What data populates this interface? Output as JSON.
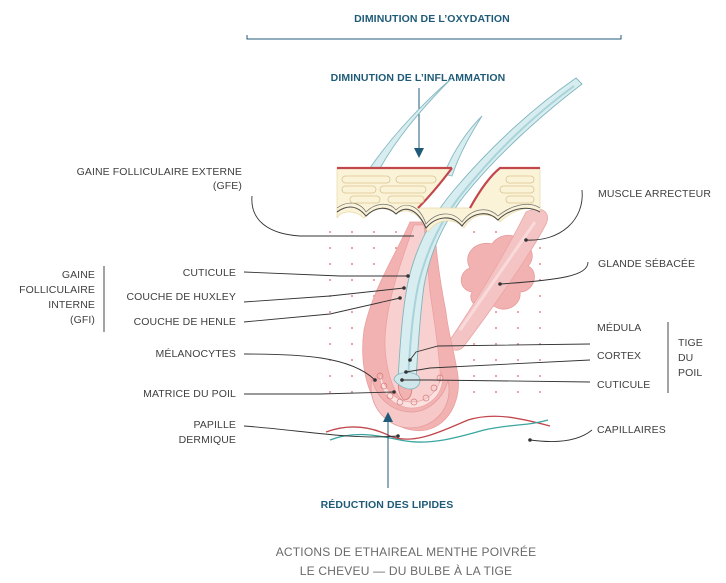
{
  "colors": {
    "accent": "#1f5b78",
    "skin_top": "#fbf3d8",
    "skin_line": "#c2474d",
    "follicle": "#f3b2b2",
    "follicle_light": "#f8d3d1",
    "hair_shaft": "#d6ecef",
    "hair_outline": "#86b9c2",
    "capillary_red": "#c2474d",
    "capillary_teal": "#3aa6a0",
    "label_text": "#3f3f3f"
  },
  "headers": {
    "oxidation": "DIMINUTION DE L’OXYDATION",
    "inflammation": "DIMINUTION DE L’INFLAMMATION",
    "lipids": "RÉDUCTION DES LIPIDES"
  },
  "left_labels": {
    "gfe_line1": "GAINE FOLLICULAIRE EXTERNE",
    "gfe_line2": "(GFE)",
    "gfi_line1": "GAINE",
    "gfi_line2": "FOLLICULAIRE",
    "gfi_line3": "INTERNE",
    "gfi_line4": "(GFI)",
    "cuticule": "CUTICULE",
    "huxley": "COUCHE DE HUXLEY",
    "henle": "COUCHE DE HENLE",
    "melanocytes": "MÉLANOCYTES",
    "matrice": "MATRICE DU POIL",
    "papille_line1": "PAPILLE",
    "papille_line2": "DERMIQUE"
  },
  "right_labels": {
    "muscle": "MUSCLE ARRECTEUR",
    "glande": "GLANDE SÉBACÉE",
    "medula": "MÉDULA",
    "cortex": "CORTEX",
    "cuticule": "CUTICULE",
    "tige_line1": "TIGE",
    "tige_line2": "DU",
    "tige_line3": "POIL",
    "capillaires": "CAPILLAIRES"
  },
  "caption": {
    "line1": "ACTIONS DE ETHAIREAL MENTHE POIVRÉE",
    "line2": "LE CHEVEU — DU BULBE À LA TIGE"
  }
}
